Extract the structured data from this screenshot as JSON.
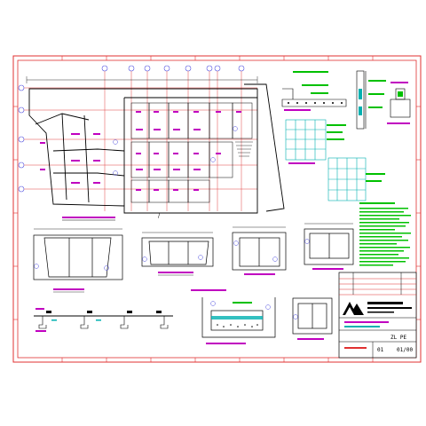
{
  "drawing": {
    "sheet_number": "01",
    "sheet_total": "01/00",
    "title_marks": "ZL PE",
    "logo": "company-logo"
  },
  "colors": {
    "frame": "#e03030",
    "linework": "#000000",
    "annotation": "#c000c0",
    "callout": "#5050e0",
    "notes": "#00c000",
    "tile_grid": "#00b0b0",
    "grid_axis": "#e04040"
  }
}
